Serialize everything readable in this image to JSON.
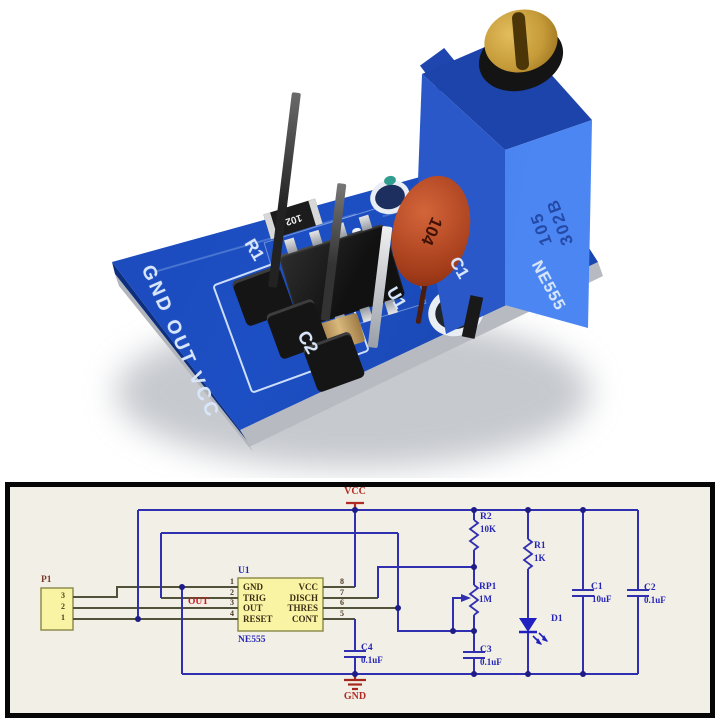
{
  "module_photo": {
    "silkscreen": {
      "pin_labels": "GND OUT VCC",
      "r1": "R1",
      "c2": "C2",
      "u1": "U1",
      "c1": "C1",
      "part": "NE555"
    },
    "markings": {
      "smd_resistor": "102",
      "disc_capacitor": "104",
      "trimmer_value": "105",
      "trimmer_code": "302B"
    }
  },
  "schematic": {
    "nets": {
      "vcc": "VCC",
      "gnd": "GND",
      "out": "OUT"
    },
    "connector": {
      "ref": "P1",
      "pin_numbers": [
        "3",
        "2",
        "1"
      ]
    },
    "ic": {
      "ref": "U1",
      "part": "NE555",
      "left_pins": [
        {
          "num": "1",
          "name": "GND"
        },
        {
          "num": "2",
          "name": "TRIG"
        },
        {
          "num": "3",
          "name": "OUT"
        },
        {
          "num": "4",
          "name": "RESET"
        }
      ],
      "right_pins": [
        {
          "num": "8",
          "name": "VCC"
        },
        {
          "num": "7",
          "name": "DISCH"
        },
        {
          "num": "6",
          "name": "THRES"
        },
        {
          "num": "5",
          "name": "CONT"
        }
      ]
    },
    "components": {
      "r2": {
        "ref": "R2",
        "value": "10K"
      },
      "r1": {
        "ref": "R1",
        "value": "1K"
      },
      "rp1": {
        "ref": "RP1",
        "value": "1M"
      },
      "c1": {
        "ref": "C1",
        "value": "10uF"
      },
      "c2": {
        "ref": "C2",
        "value": "0.1uF"
      },
      "c3": {
        "ref": "C3",
        "value": "0.1uF"
      },
      "c4": {
        "ref": "C4",
        "value": "0.1uF"
      },
      "d1": {
        "ref": "D1"
      }
    }
  },
  "colors": {
    "pcb_blue": "#1d4fc4",
    "pot_blue": "#3b76e8",
    "wire_blue": "#2f2fb0",
    "wire_dark": "#52523a",
    "label_blue": "#2626b6",
    "net_red": "#b22a24",
    "silkscreen": "#d7e6fb",
    "board_yellow": "#f8f4a4"
  }
}
